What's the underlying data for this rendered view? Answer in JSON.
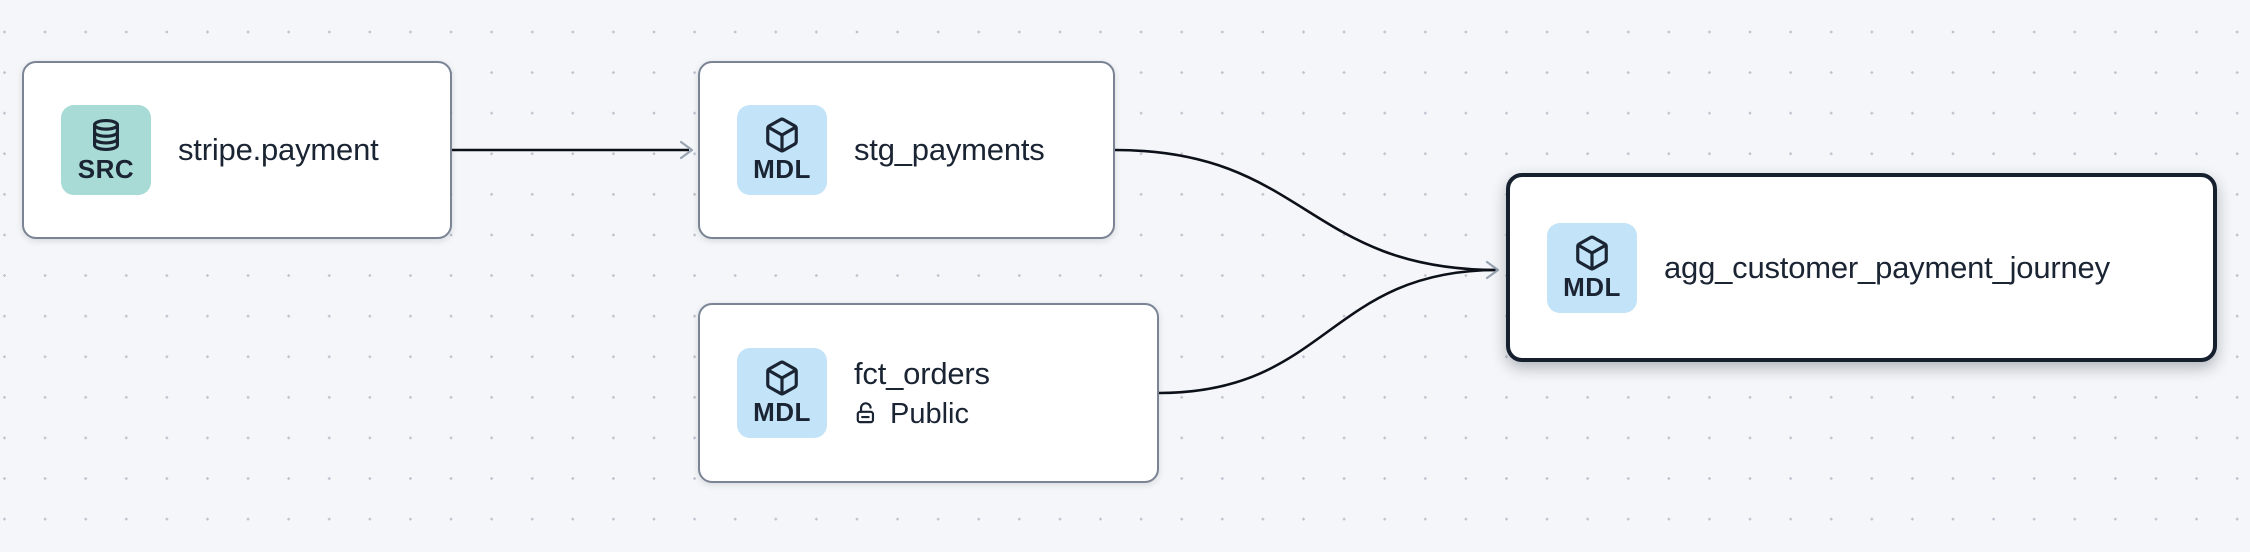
{
  "diagram": {
    "kind": "data-lineage-graph",
    "nodes": {
      "stripe_payment": {
        "label": "stripe.payment",
        "badge": "SRC",
        "type": "source",
        "selected": false
      },
      "stg_payments": {
        "label": "stg_payments",
        "badge": "MDL",
        "type": "model",
        "selected": false
      },
      "fct_orders": {
        "label": "fct_orders",
        "badge": "MDL",
        "type": "model",
        "access": "Public",
        "selected": false
      },
      "agg_customer_payment_journey": {
        "label": "agg_customer_payment_journey",
        "badge": "MDL",
        "type": "model",
        "selected": true
      }
    },
    "edges": [
      {
        "from": "stripe_payment",
        "to": "stg_payments"
      },
      {
        "from": "stg_payments",
        "to": "agg_customer_payment_journey"
      },
      {
        "from": "fct_orders",
        "to": "agg_customer_payment_journey"
      }
    ]
  },
  "colors": {
    "canvas_bg": "#f4f6f9",
    "dot": "#bfc4cf",
    "node_bg": "#ffffff",
    "node_border": "#7a8494",
    "selected_border": "#161f2e",
    "text": "#1a2433",
    "source_badge_bg": "#a8dbd5",
    "model_badge_bg": "#c2e3f8",
    "edge": "#0c1018",
    "arrowhead": "#98a3b1"
  }
}
